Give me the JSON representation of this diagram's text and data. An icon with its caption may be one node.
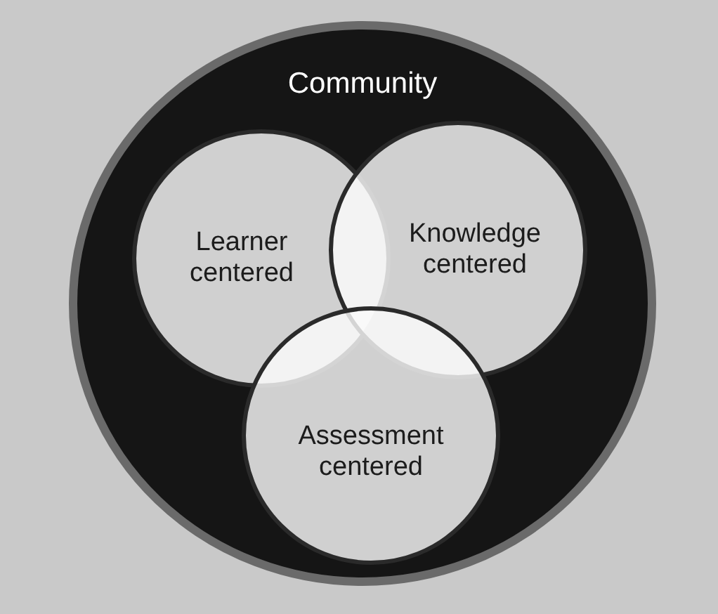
{
  "diagram": {
    "nodes": [
      {
        "text": [
          "Community"
        ]
      },
      {
        "text": [
          "Learner centered"
        ],
        "in": 0
      },
      {
        "text": [
          "Knowledge centered"
        ],
        "in": 0
      },
      {
        "text": [
          "Assessment centered"
        ],
        "in": 0
      }
    ]
  }
}
